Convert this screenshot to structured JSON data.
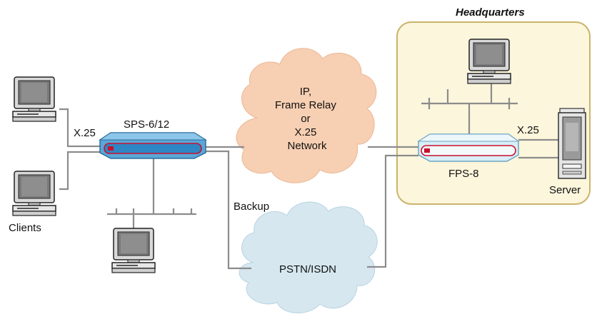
{
  "headquarters_label": "Headquarters",
  "devices": {
    "sps": "SPS-6/12",
    "fps": "FPS-8",
    "server": "Server",
    "clients": "Clients"
  },
  "links": {
    "x25_left": "X.25",
    "x25_right": "X.25",
    "backup": "Backup"
  },
  "clouds": {
    "network": [
      "IP,",
      "Frame Relay",
      "or",
      "X.25",
      "Network"
    ],
    "pstn": "PSTN/ISDN"
  },
  "colors": {
    "hq_fill": "#fbf6dc",
    "hq_stroke": "#c9b46a",
    "network_cloud": "#f7cfb2",
    "pstn_cloud": "#d6e7f0",
    "sps_body": "#5aa6d6",
    "fps_body": "#d9eef7",
    "device_stripe": "#c8102e",
    "cable": "#8c8c8c"
  }
}
